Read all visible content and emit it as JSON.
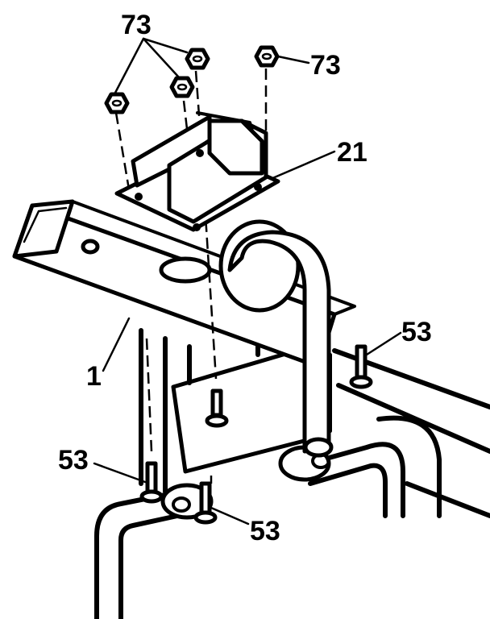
{
  "diagram": {
    "labels": {
      "nut": "73",
      "nut_right": "73",
      "bracket": "21",
      "frame": "1",
      "bolt_right": "53",
      "bolt_left": "53",
      "bolt_bottom": "53"
    }
  }
}
